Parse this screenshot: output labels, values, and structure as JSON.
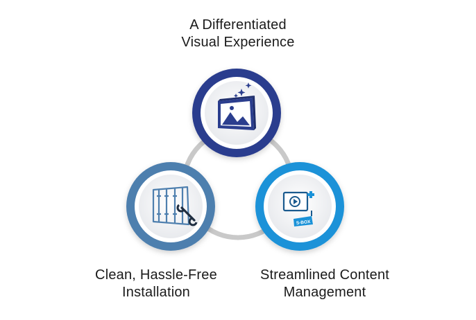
{
  "features": [
    {
      "id": "visual",
      "lines": [
        "A Differentiated",
        "Visual Experience"
      ],
      "icon": "framed-landscape-sparkle-icon",
      "ring_color": "#2b3e8e"
    },
    {
      "id": "installation",
      "lines": [
        "Clean, Hassle-Free",
        "Installation"
      ],
      "icon": "video-wall-wrench-icon",
      "ring_color": "#4e7fae"
    },
    {
      "id": "content",
      "lines": [
        "Streamlined Content",
        "Management"
      ],
      "icon": "media-player-sbox-icon",
      "icon_text": "S-BOX",
      "ring_color": "#1a92d8"
    }
  ],
  "colors": {
    "connector": "#c9c9c9",
    "inner_fill": "#f3f4f6"
  }
}
